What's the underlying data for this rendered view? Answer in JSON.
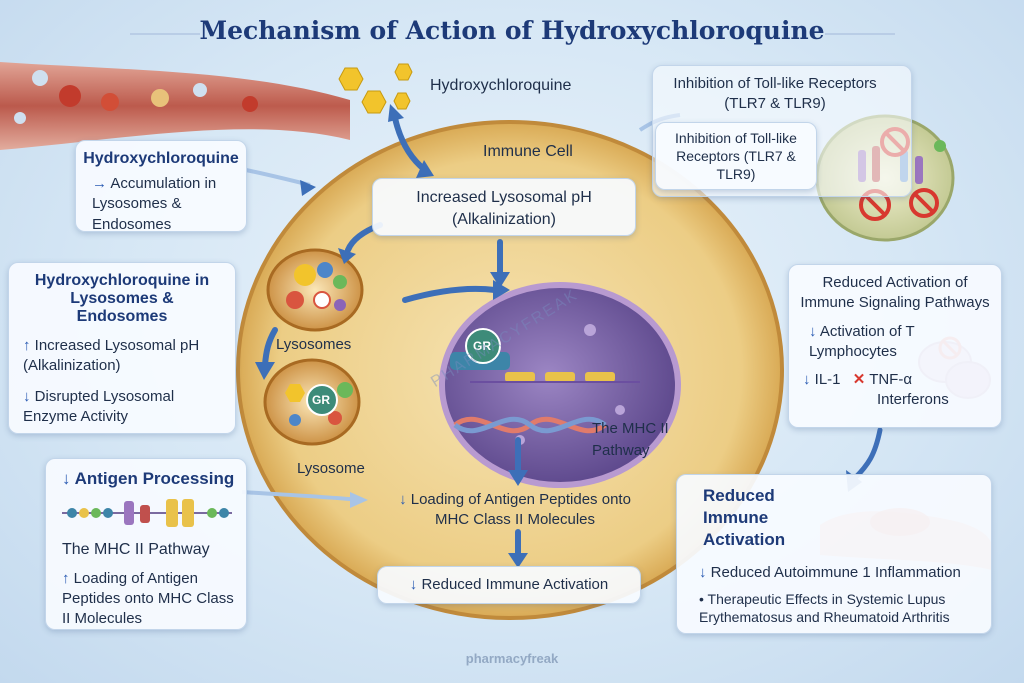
{
  "title": "Mechanism of Action of Hydroxychloroquine",
  "drug_label": "Hydroxychloroquine",
  "cell_label": "Immune Cell",
  "left_panel_1": {
    "title": "Hydroxychloroquine",
    "line": "Accumulation in Lysosomes & Endosomes",
    "arrow": "→"
  },
  "left_panel_2": {
    "title": "Hydroxychloroquine in Lysosomes & Endosomes",
    "item1": "Increased Lysosomal pH (Alkalinization)",
    "item1_arrow": "↑",
    "item2": "Disrupted Lysosomal Enzyme Activity",
    "item2_arrow": "↓"
  },
  "left_panel_3": {
    "title": "Antigen Processing",
    "title_arrow": "↓",
    "pathway": "The MHC II Pathway",
    "line": "Loading of Antigen Peptides onto MHC Class II Molecules",
    "line_arrow": "↑"
  },
  "center_box_ph": "Increased Lysosomal pH (Alkalinization)",
  "lysosomes_label": "Lysosomes",
  "lysosome_label": "Lysosome",
  "gr_label": "GR",
  "watermark": "PHARMACYFREAK",
  "mhc_label": "The MHC II Pathway",
  "center_loading": {
    "arrow": "↓",
    "text": "Loading of Antigen Peptides onto MHC Class II Molecules"
  },
  "center_reduced": {
    "arrow": "↓",
    "text": "Reduced Immune Activation"
  },
  "tlr_top": "Inhibition of Toll-like Receptors (TLR7 & TLR9)",
  "tlr_box": "Inhibition of Toll-like Receptors (TLR7 & TLR9)",
  "signaling_panel": {
    "title": "Reduced Activation of Immune Signaling Pathways",
    "tcell_arrow": "↓",
    "tcell": "Activation of T Lymphocytes",
    "il_arrow": "↓",
    "il": "IL-1",
    "tnf_mark": "✕",
    "tnf": "TNF-α",
    "interferons": "Interferons"
  },
  "reduced_panel": {
    "title": "Reduced Immune Activation",
    "line1_arrow": "↓",
    "line1": "Reduced Autoimmune 1 Inflammation",
    "bullet": "•",
    "line2": "Therapeutic Effects in Systemic Lupus Erythematosus and Rheumatoid Arthritis"
  },
  "footer": "pharmacyfreak",
  "colors": {
    "accent": "#1d3a78",
    "arrow": "#3d6fb8",
    "cell": "#f0d79a",
    "nucleus": "#7b5fa6"
  }
}
